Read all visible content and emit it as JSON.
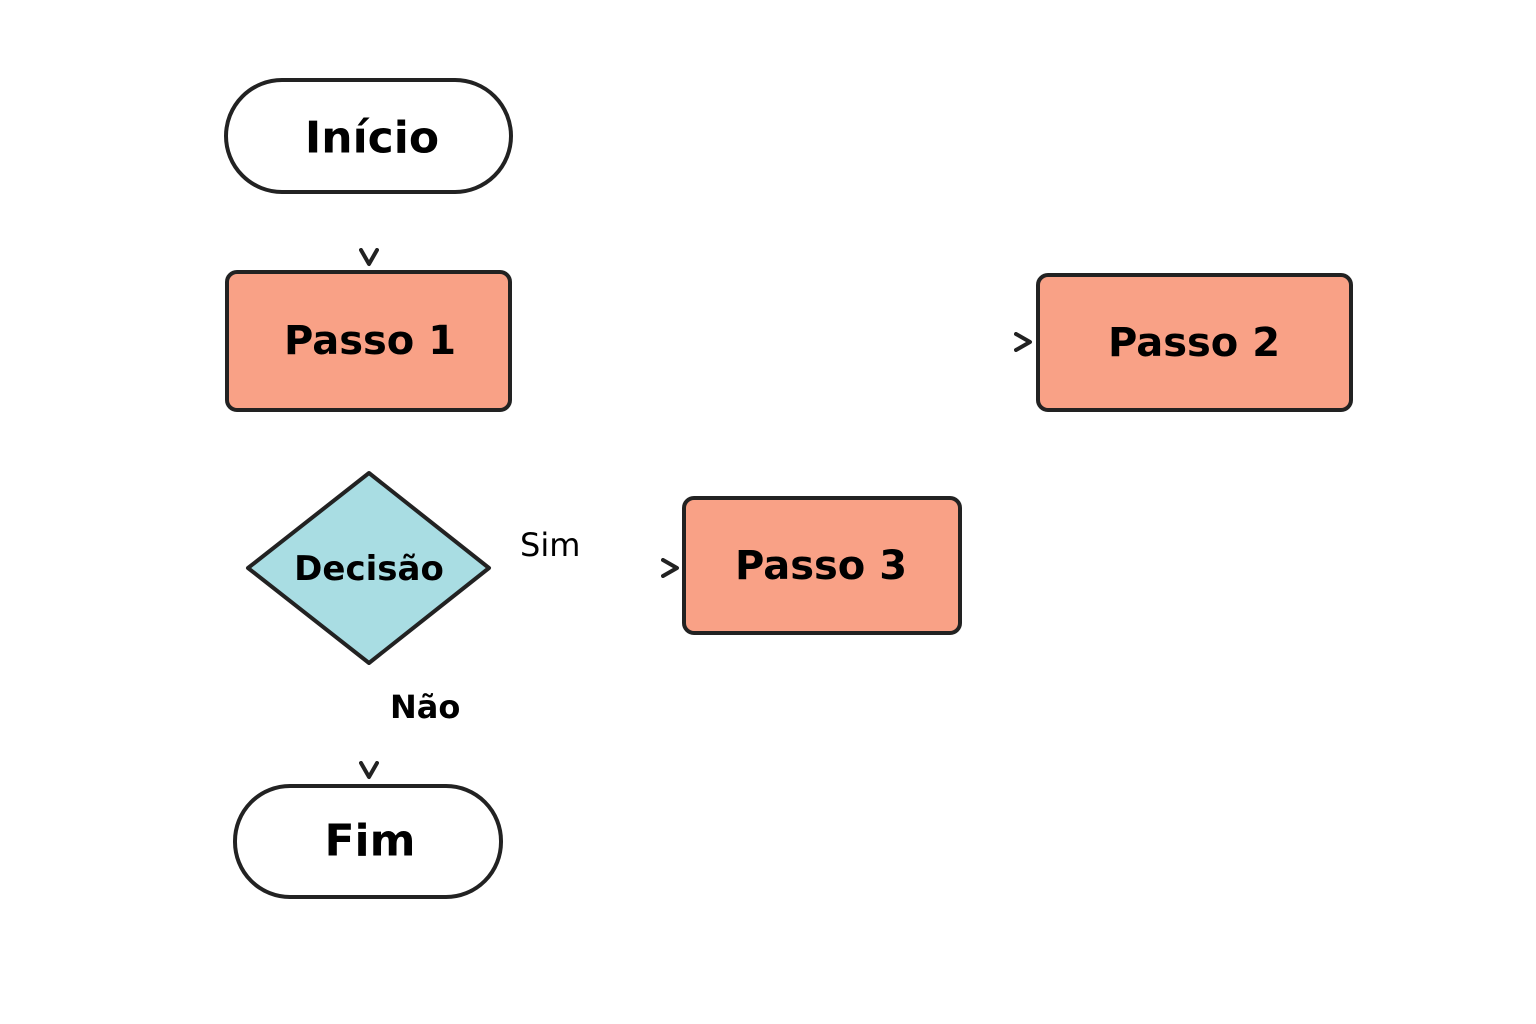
{
  "colors": {
    "stroke": "#222222",
    "process_fill": "#F9A186",
    "decision_fill": "#A9DDE3",
    "terminal_fill": "#FFFFFF",
    "background": "#FFFFFF"
  },
  "nodes": {
    "inicio": {
      "label": "Início",
      "kind": "terminal"
    },
    "passo1": {
      "label": "Passo 1",
      "kind": "process"
    },
    "passo2": {
      "label": "Passo 2",
      "kind": "process"
    },
    "passo3": {
      "label": "Passo 3",
      "kind": "process"
    },
    "decisao": {
      "label": "Decisão",
      "kind": "decision"
    },
    "fim": {
      "label": "Fim",
      "kind": "terminal"
    }
  },
  "edges": {
    "sim": {
      "label": "Sim"
    },
    "nao": {
      "label": "Não"
    }
  }
}
